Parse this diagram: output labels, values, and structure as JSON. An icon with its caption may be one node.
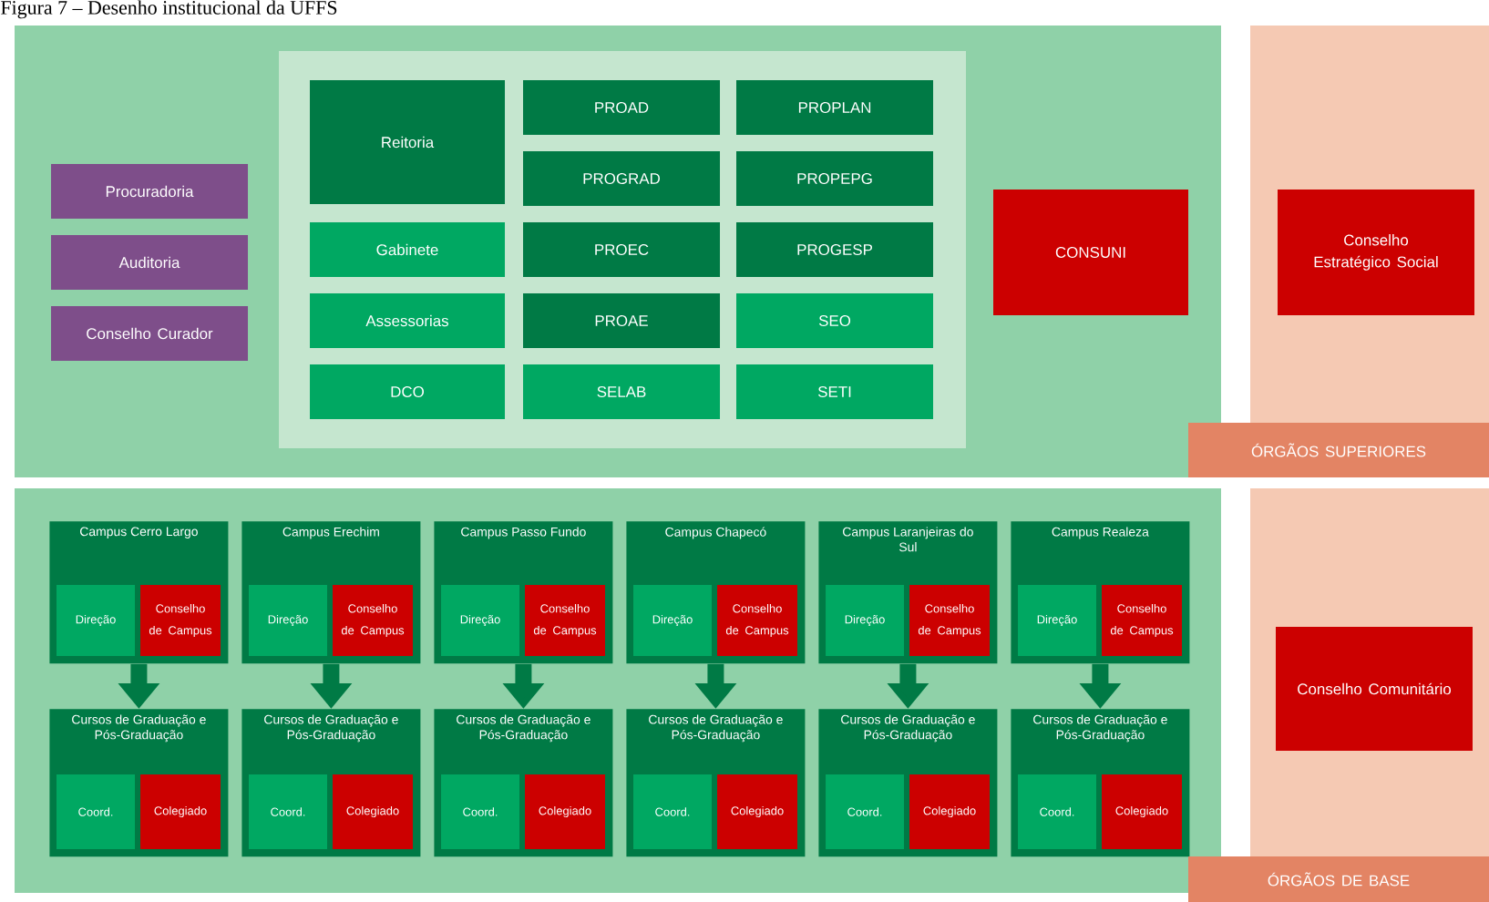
{
  "diagram": {
    "title": "Figura 7 – Desenho institucional da UFFS",
    "nodes": [
      {
        "text": [
          "Procuradoria"
        ]
      },
      {
        "text": [
          "Auditoria"
        ]
      },
      {
        "text": [
          "Conselho Curador"
        ]
      },
      {
        "text": [
          "Reitoria"
        ]
      },
      {
        "text": [
          "PROAD"
        ]
      },
      {
        "text": [
          "PROPLAN"
        ]
      },
      {
        "text": [
          "PROGRAD"
        ]
      },
      {
        "text": [
          "PROPEPG"
        ]
      },
      {
        "text": [
          "Gabinete"
        ]
      },
      {
        "text": [
          "PROEC"
        ]
      },
      {
        "text": [
          "PROGESP"
        ]
      },
      {
        "text": [
          "Assessorias"
        ]
      },
      {
        "text": [
          "PROAE"
        ]
      },
      {
        "text": [
          "SEO"
        ]
      },
      {
        "text": [
          "DCO"
        ]
      },
      {
        "text": [
          "SELAB"
        ]
      },
      {
        "text": [
          "SETI"
        ]
      },
      {
        "text": [
          "CONSUNI"
        ]
      },
      {
        "text": [
          "Conselho Estratégico Social"
        ]
      },
      {
        "text": [
          "ÓRGÃOS SUPERIORES"
        ]
      },
      {
        "text": [
          "Campus Cerro Largo"
        ]
      },
      {
        "text": [
          "Direção"
        ],
        "in": 20
      },
      {
        "text": [
          "Conselho de Campus"
        ],
        "in": 20
      },
      {
        "text": [
          "Campus Erechim"
        ]
      },
      {
        "text": [
          "Direção"
        ],
        "in": 23
      },
      {
        "text": [
          "Conselho de Campus"
        ],
        "in": 23
      },
      {
        "text": [
          "Campus Passo Fundo"
        ]
      },
      {
        "text": [
          "Direção"
        ],
        "in": 26
      },
      {
        "text": [
          "Conselho de Campus"
        ],
        "in": 26
      },
      {
        "text": [
          "Campus Chapecó"
        ]
      },
      {
        "text": [
          "Direção"
        ],
        "in": 29
      },
      {
        "text": [
          "Conselho de Campus"
        ],
        "in": 29
      },
      {
        "text": [
          "Campus Laranjeiras do Sul"
        ]
      },
      {
        "text": [
          "Direção"
        ],
        "in": 32
      },
      {
        "text": [
          "Conselho de Campus"
        ],
        "in": 32
      },
      {
        "text": [
          "Campus Realeza"
        ]
      },
      {
        "text": [
          "Direção"
        ],
        "in": 35
      },
      {
        "text": [
          "Conselho de Campus"
        ],
        "in": 35
      },
      {
        "text": [
          "Cursos de Graduação e Pós-Graduação"
        ]
      },
      {
        "text": [
          "Coord."
        ],
        "in": 38
      },
      {
        "text": [
          "Colegiado"
        ],
        "in": 38
      },
      {
        "text": [
          "Cursos de Graduação e Pós-Graduação"
        ]
      },
      {
        "text": [
          "Coord."
        ],
        "in": 41
      },
      {
        "text": [
          "Colegiado"
        ],
        "in": 41
      },
      {
        "text": [
          "Cursos de Graduação e Pós-Graduação"
        ]
      },
      {
        "text": [
          "Coord."
        ],
        "in": 44
      },
      {
        "text": [
          "Colegiado"
        ],
        "in": 44
      },
      {
        "text": [
          "Cursos de Graduação e Pós-Graduação"
        ]
      },
      {
        "text": [
          "Coord."
        ],
        "in": 47
      },
      {
        "text": [
          "Colegiado"
        ],
        "in": 47
      },
      {
        "text": [
          "Cursos de Graduação e Pós-Graduação"
        ]
      },
      {
        "text": [
          "Coord."
        ],
        "in": 50
      },
      {
        "text": [
          "Colegiado"
        ],
        "in": 50
      },
      {
        "text": [
          "Cursos de Graduação e Pós-Graduação"
        ]
      },
      {
        "text": [
          "Coord."
        ],
        "in": 53
      },
      {
        "text": [
          "Colegiado"
        ],
        "in": 53
      },
      {
        "text": [
          "Conselho Comunitário"
        ]
      },
      {
        "text": [
          "ÓRGÃOS DE BASE"
        ]
      }
    ],
    "edges": [
      {
        "from": 20,
        "to": 38,
        "arrow": "to"
      },
      {
        "from": 23,
        "to": 41,
        "arrow": "to"
      },
      {
        "from": 26,
        "to": 44,
        "arrow": "to"
      },
      {
        "from": 29,
        "to": 47,
        "arrow": "to"
      },
      {
        "from": 32,
        "to": 50,
        "arrow": "to"
      },
      {
        "from": 35,
        "to": 53,
        "arrow": "to"
      }
    ]
  }
}
